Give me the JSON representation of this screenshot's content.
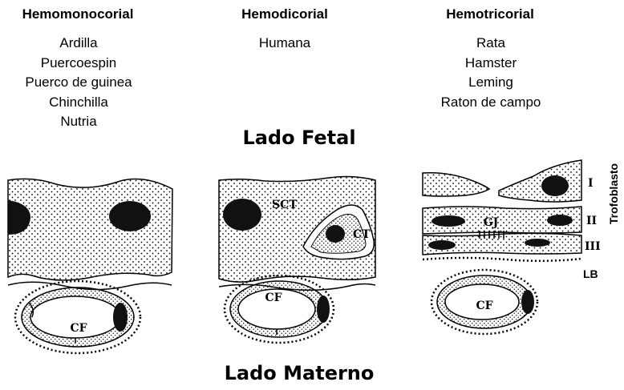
{
  "columns": [
    {
      "title": "Hemomonocorial",
      "species": [
        "Ardilla",
        "Puercoespin",
        "Puerco de guinea",
        "Chinchilla",
        "Nutria"
      ]
    },
    {
      "title": "Hemodicorial",
      "species": [
        "Humana"
      ]
    },
    {
      "title": "Hemotricorial",
      "species": [
        "Rata",
        "Hamster",
        "Leming",
        "Raton de campo"
      ]
    }
  ],
  "fetal_label": "Lado Fetal",
  "maternal_label": "Lado Materno",
  "trophoblast_label": "Trofoblasto",
  "diagram_labels": {
    "cf1": "CF",
    "cf2": "CF",
    "cf3": "CF",
    "sct": "SCT",
    "ct": "CT",
    "gj": "GJ",
    "layer_1": "I",
    "layer_2": "II",
    "layer_3": "III",
    "lb": "LB"
  }
}
